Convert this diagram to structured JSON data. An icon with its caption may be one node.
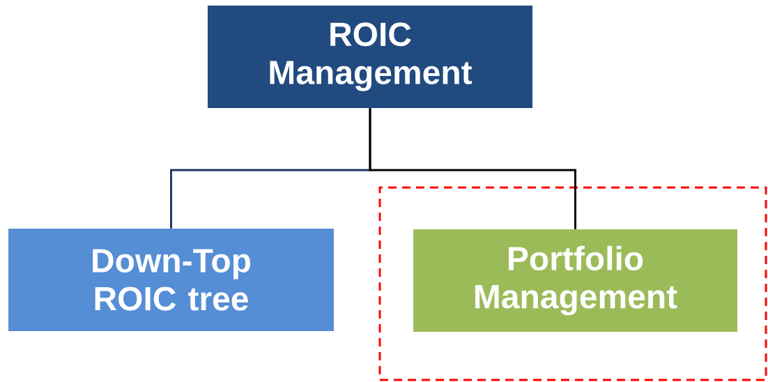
{
  "diagram": {
    "nodes": [
      {
        "text": [
          "ROIC Management"
        ]
      },
      {
        "text": [
          "Down-Top ROIC tree"
        ]
      },
      {
        "text": [],
        "shape": "box"
      },
      {
        "text": [
          "Portfolio Management"
        ],
        "in": 2
      }
    ],
    "edges": [
      {
        "from": 0,
        "to": 1,
        "arrow": "none",
        "color": "#1f3864"
      },
      {
        "from": 0,
        "to": 3,
        "arrow": "none",
        "color": "#000000"
      }
    ]
  }
}
